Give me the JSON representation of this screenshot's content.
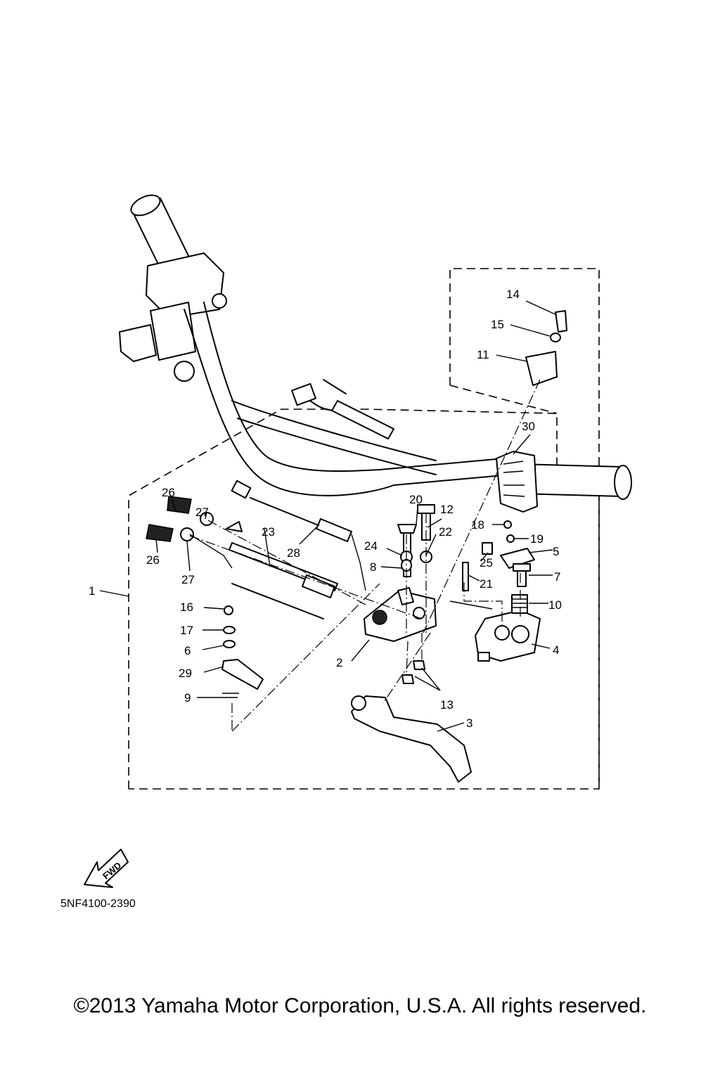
{
  "diagram": {
    "code": "5NF4100-2390",
    "fwd_label": "FWD",
    "callouts": [
      {
        "id": "1",
        "text": "1"
      },
      {
        "id": "2",
        "text": "2"
      },
      {
        "id": "3",
        "text": "3"
      },
      {
        "id": "4",
        "text": "4"
      },
      {
        "id": "5",
        "text": "5"
      },
      {
        "id": "6",
        "text": "6"
      },
      {
        "id": "7",
        "text": "7"
      },
      {
        "id": "8",
        "text": "8"
      },
      {
        "id": "9",
        "text": "9"
      },
      {
        "id": "10",
        "text": "10"
      },
      {
        "id": "11",
        "text": "11"
      },
      {
        "id": "12",
        "text": "12"
      },
      {
        "id": "13",
        "text": "13"
      },
      {
        "id": "14",
        "text": "14"
      },
      {
        "id": "15",
        "text": "15"
      },
      {
        "id": "16",
        "text": "16"
      },
      {
        "id": "17",
        "text": "17"
      },
      {
        "id": "18",
        "text": "18"
      },
      {
        "id": "19",
        "text": "19"
      },
      {
        "id": "20",
        "text": "20"
      },
      {
        "id": "21",
        "text": "21"
      },
      {
        "id": "22",
        "text": "22"
      },
      {
        "id": "23",
        "text": "23"
      },
      {
        "id": "24",
        "text": "24"
      },
      {
        "id": "25",
        "text": "25"
      },
      {
        "id": "26a",
        "text": "26"
      },
      {
        "id": "26b",
        "text": "26"
      },
      {
        "id": "27a",
        "text": "27"
      },
      {
        "id": "27b",
        "text": "27"
      },
      {
        "id": "28",
        "text": "28"
      },
      {
        "id": "29",
        "text": "29"
      },
      {
        "id": "30",
        "text": "30"
      }
    ]
  },
  "footer": {
    "copyright": "©2013 Yamaha Motor Corporation, U.S.A. All rights reserved."
  }
}
